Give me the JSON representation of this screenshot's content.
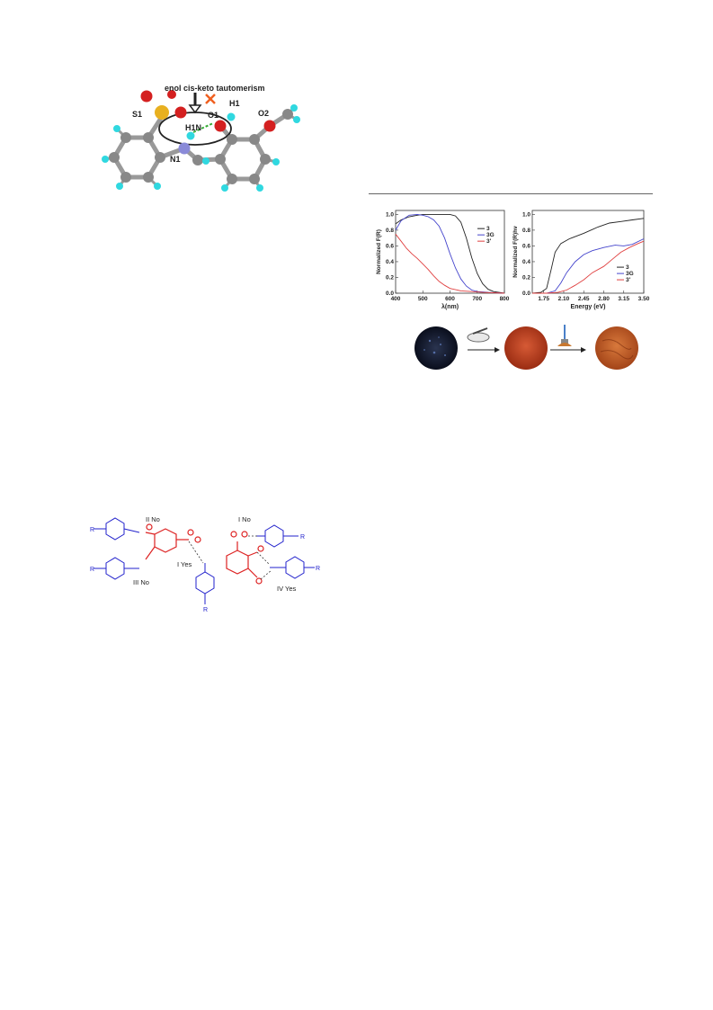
{
  "molecule": {
    "title": "enol cis-keto tautomerism",
    "labels": {
      "s1": "S1",
      "h1": "H1",
      "o1": "O1",
      "o2": "O2",
      "h1n": "H1N",
      "n1": "N1"
    }
  },
  "hbond_scheme": {
    "labels": {
      "ii_no": "II No",
      "i_no": "I No",
      "i_yes": "I Yes",
      "iii_no": "III No",
      "iv_yes": "IV Yes",
      "r": "R"
    }
  },
  "chart_data": [
    {
      "type": "line",
      "title": "",
      "xlabel": "λ(nm)",
      "ylabel": "Normalized F(R)",
      "xlim": [
        400,
        800
      ],
      "ylim": [
        0,
        1.05
      ],
      "xticks": [
        400,
        500,
        600,
        700,
        800
      ],
      "yticks": [
        0.0,
        0.2,
        0.4,
        0.6,
        0.8,
        1.0
      ],
      "legend": "right",
      "series": [
        {
          "name": "3",
          "color": "#222222",
          "x": [
            400,
            420,
            450,
            480,
            500,
            520,
            550,
            580,
            600,
            620,
            640,
            660,
            680,
            700,
            720,
            740,
            760,
            800
          ],
          "y": [
            0.88,
            0.93,
            0.97,
            0.99,
            1.0,
            1.0,
            1.0,
            1.0,
            1.0,
            0.98,
            0.9,
            0.7,
            0.45,
            0.25,
            0.12,
            0.05,
            0.02,
            0.0
          ]
        },
        {
          "name": "3G",
          "color": "#4444cc",
          "x": [
            400,
            420,
            450,
            480,
            500,
            520,
            540,
            560,
            580,
            600,
            620,
            640,
            660,
            680,
            700,
            740,
            800
          ],
          "y": [
            0.8,
            0.92,
            0.99,
            1.0,
            0.99,
            0.97,
            0.93,
            0.85,
            0.7,
            0.5,
            0.32,
            0.18,
            0.09,
            0.04,
            0.02,
            0.01,
            0.0
          ]
        },
        {
          "name": "3'",
          "color": "#e04040",
          "x": [
            400,
            420,
            440,
            460,
            480,
            500,
            520,
            540,
            560,
            580,
            600,
            640,
            680,
            720,
            800
          ],
          "y": [
            0.75,
            0.66,
            0.57,
            0.5,
            0.44,
            0.37,
            0.3,
            0.22,
            0.15,
            0.1,
            0.06,
            0.03,
            0.02,
            0.01,
            0.0
          ]
        }
      ]
    },
    {
      "type": "line",
      "title": "",
      "xlabel": "Energy (eV)",
      "ylabel": "Normalized F(R)hν",
      "xlim": [
        1.55,
        3.5
      ],
      "ylim": [
        0,
        1.05
      ],
      "xticks": [
        1.75,
        2.1,
        2.45,
        2.8,
        3.15,
        3.5
      ],
      "ytick_labels": [
        "0.0",
        "0.2",
        "0.4",
        "0.6",
        "0.8",
        "1.0"
      ],
      "yticks": [
        0.0,
        0.2,
        0.4,
        0.6,
        0.8,
        1.0
      ],
      "legend": "bottom-right",
      "series": [
        {
          "name": "3",
          "color": "#222222",
          "x": [
            1.55,
            1.7,
            1.8,
            1.88,
            1.95,
            2.05,
            2.2,
            2.45,
            2.7,
            2.9,
            3.1,
            3.3,
            3.5
          ],
          "y": [
            0.0,
            0.01,
            0.06,
            0.3,
            0.52,
            0.63,
            0.69,
            0.76,
            0.84,
            0.89,
            0.91,
            0.93,
            0.95
          ]
        },
        {
          "name": "3G",
          "color": "#4444cc",
          "x": [
            1.55,
            1.8,
            1.95,
            2.05,
            2.15,
            2.3,
            2.45,
            2.6,
            2.8,
            3.0,
            3.15,
            3.3,
            3.5
          ],
          "y": [
            0.0,
            0.0,
            0.03,
            0.13,
            0.26,
            0.4,
            0.49,
            0.54,
            0.58,
            0.61,
            0.6,
            0.62,
            0.69
          ]
        },
        {
          "name": "3'",
          "color": "#e04040",
          "x": [
            1.55,
            1.8,
            2.0,
            2.15,
            2.3,
            2.45,
            2.6,
            2.8,
            2.95,
            3.1,
            3.25,
            3.4,
            3.5
          ],
          "y": [
            0.0,
            0.0,
            0.01,
            0.04,
            0.1,
            0.17,
            0.26,
            0.34,
            0.43,
            0.52,
            0.58,
            0.63,
            0.66
          ]
        }
      ]
    }
  ]
}
